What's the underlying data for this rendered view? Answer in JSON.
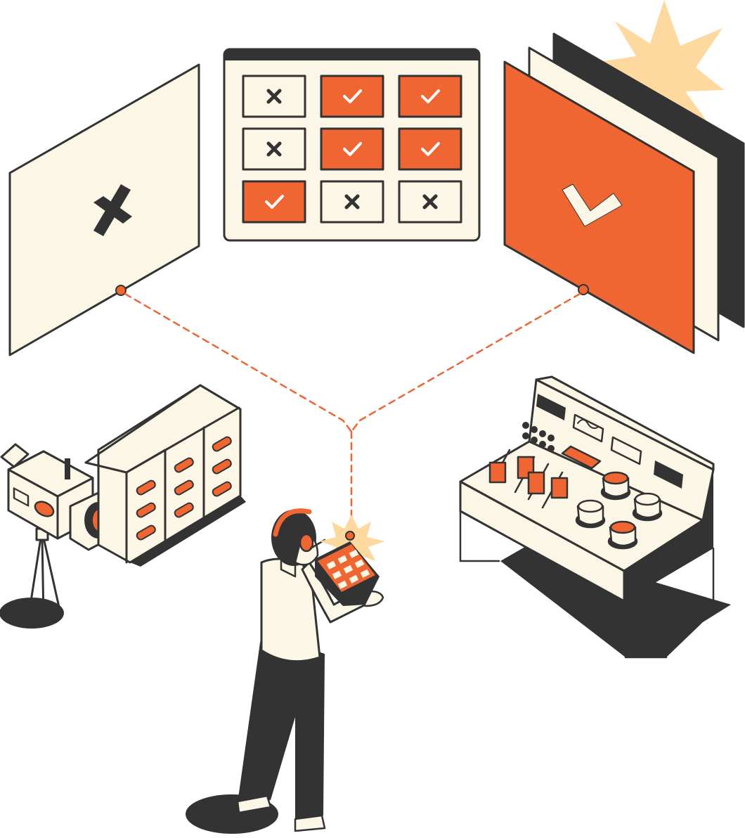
{
  "illustration": {
    "palette": {
      "ink": "#333333",
      "cream": "#FBF6E6",
      "orange": "#F06633",
      "glow": "#FDD9A0",
      "white": "#FFFFFF"
    },
    "grid_cells": [
      {
        "state": "rejected",
        "icon": "x-mark-icon"
      },
      {
        "state": "selected",
        "icon": "checkmark-icon"
      },
      {
        "state": "selected",
        "icon": "checkmark-icon"
      },
      {
        "state": "rejected",
        "icon": "x-mark-icon"
      },
      {
        "state": "selected",
        "icon": "checkmark-icon"
      },
      {
        "state": "selected",
        "icon": "checkmark-icon"
      },
      {
        "state": "selected",
        "icon": "checkmark-icon"
      },
      {
        "state": "rejected",
        "icon": "x-mark-icon"
      },
      {
        "state": "rejected",
        "icon": "x-mark-icon"
      }
    ],
    "left_screen_icon": "x-mark-icon",
    "right_screen_icon": "checkmark-icon",
    "tablet_buttons": 9
  }
}
